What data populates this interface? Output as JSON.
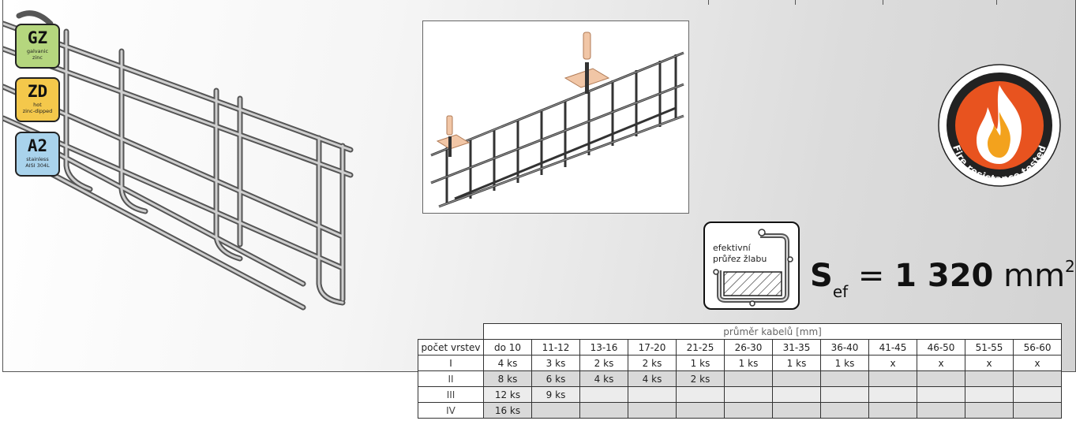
{
  "badges": [
    {
      "code": "GZ",
      "line1": "galvanic",
      "line2": "zinc",
      "color": "#b5d67e"
    },
    {
      "code": "ZD",
      "line1": "hot",
      "line2": "zinc-dipped",
      "color": "#f4c84b"
    },
    {
      "code": "A2",
      "line1": "stainless",
      "line2": "AISI 304L",
      "color": "#a9d3ec"
    }
  ],
  "fire_badge": {
    "text": "Fire resistance tested"
  },
  "section": {
    "label_line1": "efektivní",
    "label_line2": "průřez žlabu",
    "symbol": "S",
    "subscript": "ef",
    "equals": "=",
    "value": "1 320",
    "unit": "mm",
    "exponent": "2"
  },
  "table": {
    "caption": "průměr kabelů [mm]",
    "row_header": "počet vrstev",
    "columns": [
      "do 10",
      "11-12",
      "13-16",
      "17-20",
      "21-25",
      "26-30",
      "31-35",
      "36-40",
      "41-45",
      "46-50",
      "51-55",
      "56-60"
    ],
    "rows": [
      {
        "label": "I",
        "cells": [
          "4 ks",
          "3 ks",
          "2 ks",
          "2 ks",
          "1 ks",
          "1 ks",
          "1 ks",
          "1 ks",
          "x",
          "x",
          "x",
          "x"
        ]
      },
      {
        "label": "II",
        "cells": [
          "8 ks",
          "6 ks",
          "4 ks",
          "4 ks",
          "2 ks",
          "",
          "",
          "",
          "",
          "",
          "",
          ""
        ]
      },
      {
        "label": "III",
        "cells": [
          "12 ks",
          "9 ks",
          "",
          "",
          "",
          "",
          "",
          "",
          "",
          "",
          "",
          ""
        ]
      },
      {
        "label": "IV",
        "cells": [
          "16 ks",
          "",
          "",
          "",
          "",
          "",
          "",
          "",
          "",
          "",
          "",
          ""
        ]
      }
    ]
  }
}
